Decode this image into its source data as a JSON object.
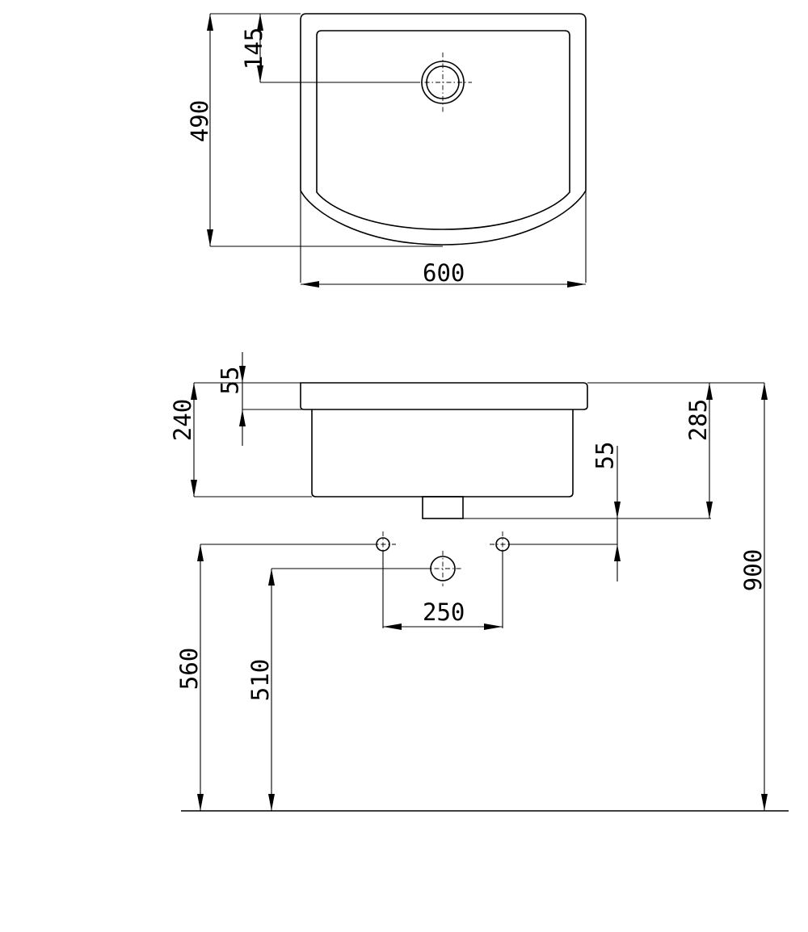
{
  "top_view": {
    "width_dim": "600",
    "depth_dim": "490",
    "drain_offset_dim": "145"
  },
  "side_view": {
    "rim_thickness_dim": "55",
    "bowl_depth_dim": "240",
    "outlet_bottom_dim": "285",
    "outlet_height_dim": "55",
    "total_height_dim": "900",
    "supply_spacing_dim": "250",
    "supply_height_dim": "560",
    "waste_height_dim": "510"
  }
}
